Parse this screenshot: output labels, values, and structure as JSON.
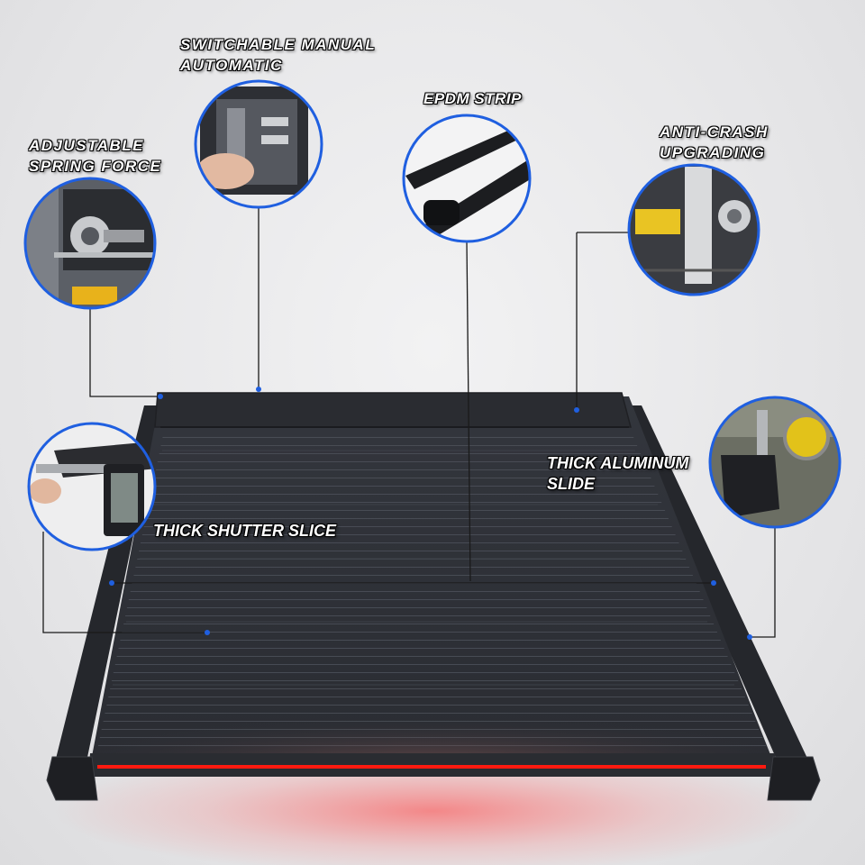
{
  "colors": {
    "background": "#e6e6e8",
    "cover": "#2e3138",
    "callout_ring": "#1f5fe0",
    "leader_line": "#1a1a1a",
    "led_strip": "#ff1a10"
  },
  "callouts": {
    "switchable": {
      "line1": "SWITCHABLE MANUAL",
      "line2": "AUTOMATIC",
      "icon": "pull-handle-mechanism-photo"
    },
    "spring": {
      "line1": "ADJUSTABLE",
      "line2": "SPRING FORCE",
      "icon": "spring-gear-photo"
    },
    "epdm": {
      "line1": "EPDM STRIP",
      "icon": "rubber-seal-strip-photo"
    },
    "anticrash": {
      "line1": "ANTI-CRASH",
      "line2": "UPGRADING",
      "icon": "anti-crash-bracket-photo"
    },
    "shutter": {
      "line1": "THICK SHUTTER SLICE",
      "icon": "caliper-measurement-photo"
    },
    "aluminum": {
      "line1": "THICK ALUMINUM",
      "line2": "SLIDE",
      "icon": "dial-gauge-photo"
    }
  },
  "product": {
    "name": "roller-shutter-tonneau-cover"
  }
}
